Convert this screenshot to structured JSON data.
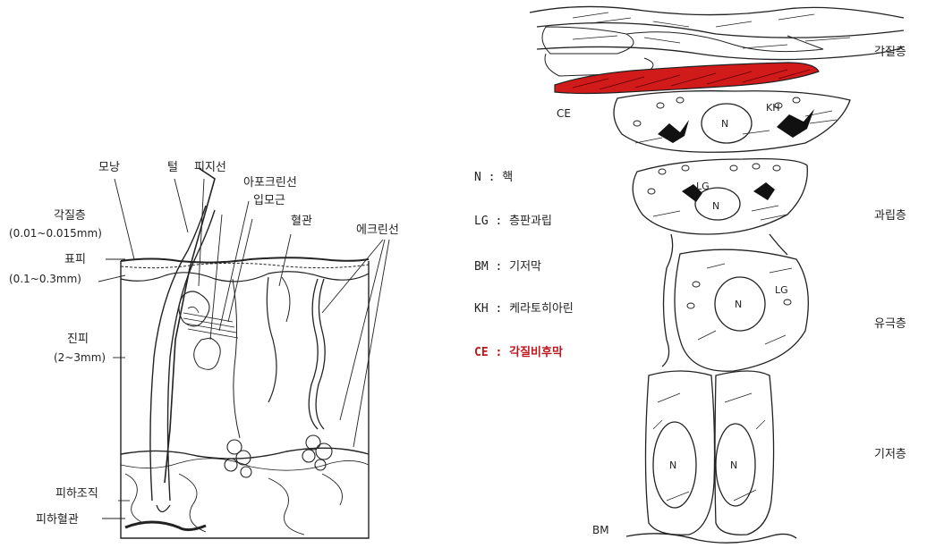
{
  "left_diagram": {
    "labels": {
      "moning": "모낭",
      "hair": "털",
      "sebaceous": "피지선",
      "apocrine": "아포크린선",
      "arrector": "입모근",
      "vessel": "혈관",
      "eccrine": "에크린선",
      "stratum_corneum": "각질층",
      "stratum_corneum_size": "(0.01~0.015mm)",
      "epidermis": "표피",
      "epidermis_size": "(0.1~0.3mm)",
      "dermis": "진피",
      "dermis_size": "(2~3mm)",
      "subcutaneous": "피하조직",
      "subcutaneous_vessel": "피하혈관"
    }
  },
  "legend": {
    "n": "N : 핵",
    "lg": "LG : 층판과립",
    "bm": "BM : 기저막",
    "kh": "KH : 케라토히아린",
    "ce": "CE : 각질비후막"
  },
  "right_diagram": {
    "layers": {
      "corneum": "각질층",
      "granular": "과립층",
      "spinous": "유극층",
      "basal": "기저층"
    },
    "marks": {
      "ce": "CE",
      "n": "N",
      "kh": "KH",
      "lg": "LG",
      "bm": "BM"
    },
    "colors": {
      "ce_fill": "#d11a1a",
      "line": "#222222"
    }
  }
}
